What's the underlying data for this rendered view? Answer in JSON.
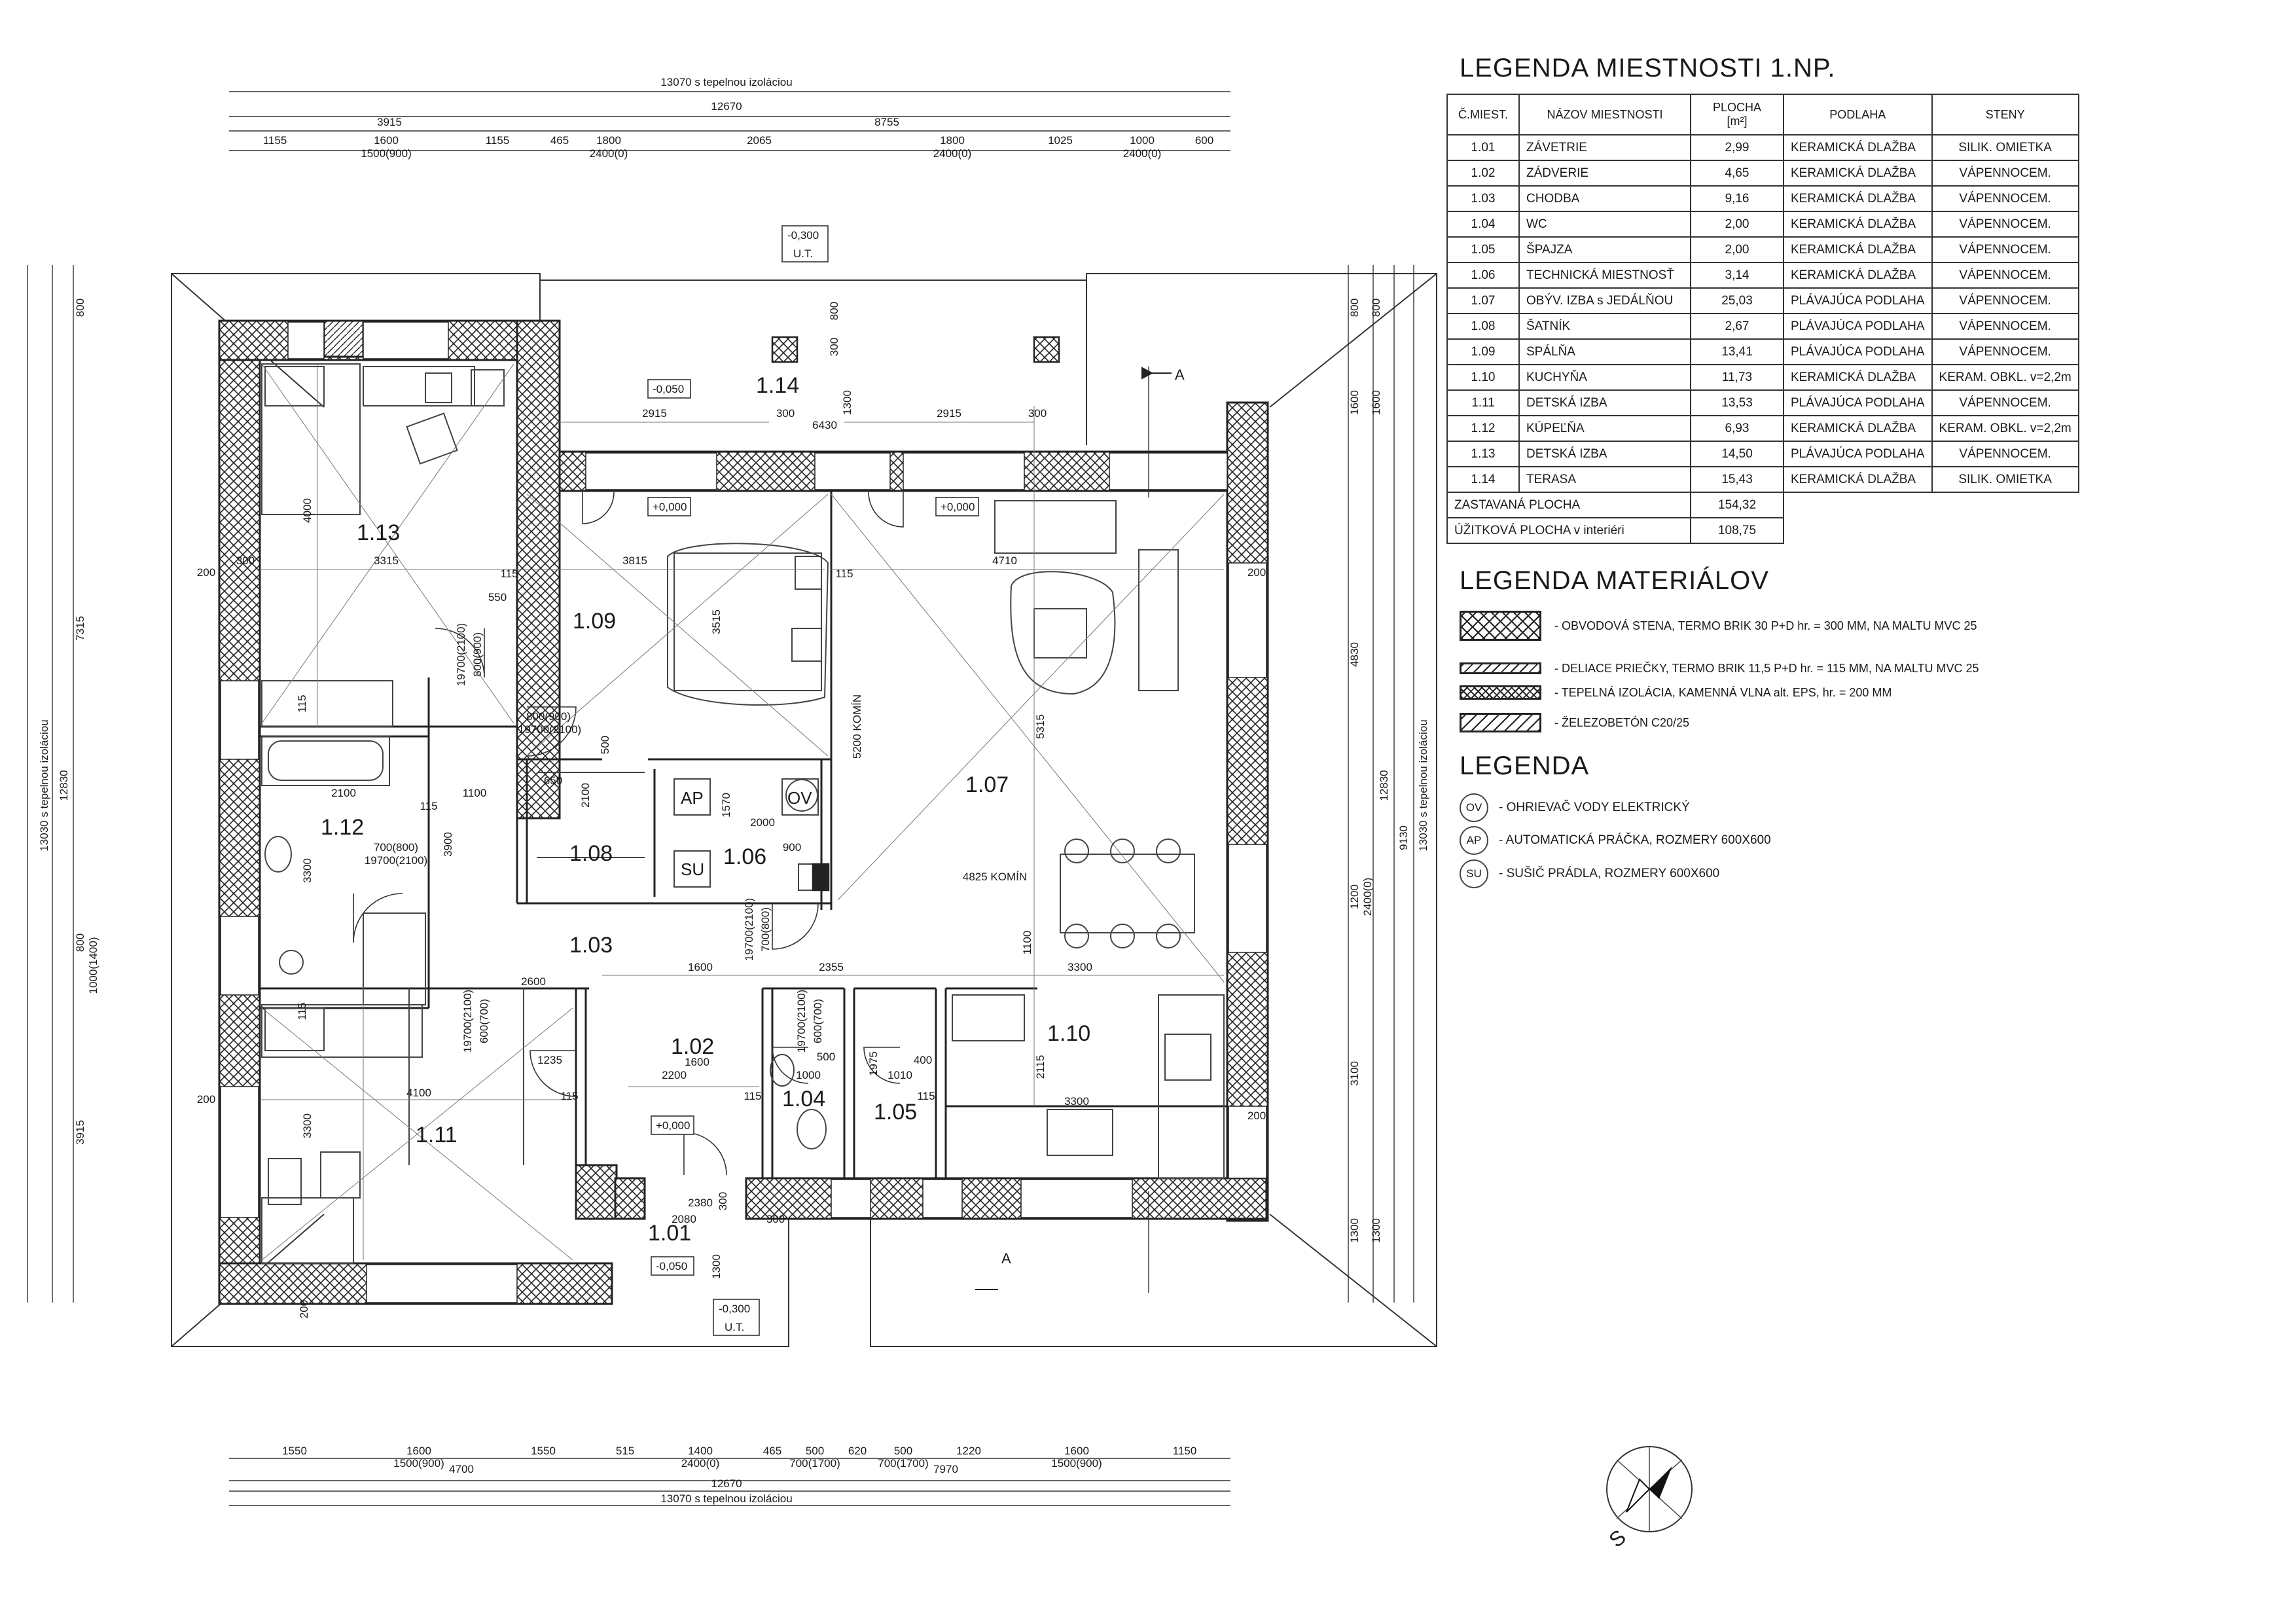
{
  "legend_rooms": {
    "title": "LEGENDA  MIESTNOSTI 1.NP.",
    "headers": {
      "num": "Č.MIEST.",
      "name": "NÁZOV MIESTNOSTI",
      "area": "PLOCHA\n[m²]",
      "floor": "PODLAHA",
      "walls": "STENY"
    },
    "rows": [
      {
        "num": "1.01",
        "name": "ZÁVETRIE",
        "area": "2,99",
        "floor": "KERAMICKÁ DLAŽBA",
        "walls": "SILIK. OMIETKA"
      },
      {
        "num": "1.02",
        "name": "ZÁDVERIE",
        "area": "4,65",
        "floor": "KERAMICKÁ DLAŽBA",
        "walls": "VÁPENNOCEM."
      },
      {
        "num": "1.03",
        "name": "CHODBA",
        "area": "9,16",
        "floor": "KERAMICKÁ DLAŽBA",
        "walls": "VÁPENNOCEM."
      },
      {
        "num": "1.04",
        "name": "WC",
        "area": "2,00",
        "floor": "KERAMICKÁ DLAŽBA",
        "walls": "VÁPENNOCEM."
      },
      {
        "num": "1.05",
        "name": "ŠPAJZA",
        "area": "2,00",
        "floor": "KERAMICKÁ DLAŽBA",
        "walls": "VÁPENNOCEM."
      },
      {
        "num": "1.06",
        "name": "TECHNICKÁ MIESTNOSŤ",
        "area": "3,14",
        "floor": "KERAMICKÁ DLAŽBA",
        "walls": "VÁPENNOCEM."
      },
      {
        "num": "1.07",
        "name": "OBÝV. IZBA s JEDÁLŇOU",
        "area": "25,03",
        "floor": "PLÁVAJÚCA PODLAHA",
        "walls": "VÁPENNOCEM."
      },
      {
        "num": "1.08",
        "name": "ŠATNÍK",
        "area": "2,67",
        "floor": "PLÁVAJÚCA PODLAHA",
        "walls": "VÁPENNOCEM."
      },
      {
        "num": "1.09",
        "name": "SPÁLŇA",
        "area": "13,41",
        "floor": "PLÁVAJÚCA PODLAHA",
        "walls": "VÁPENNOCEM."
      },
      {
        "num": "1.10",
        "name": "KUCHYŇA",
        "area": "11,73",
        "floor": "KERAMICKÁ DLAŽBA",
        "walls": "KERAM. OBKL. v=2,2m"
      },
      {
        "num": "1.11",
        "name": "DETSKÁ IZBA",
        "area": "13,53",
        "floor": "PLÁVAJÚCA PODLAHA",
        "walls": "VÁPENNOCEM."
      },
      {
        "num": "1.12",
        "name": "KÚPEĽŇA",
        "area": "6,93",
        "floor": "KERAMICKÁ DLAŽBA",
        "walls": "KERAM. OBKL. v=2,2m"
      },
      {
        "num": "1.13",
        "name": "DETSKÁ IZBA",
        "area": "14,50",
        "floor": "PLÁVAJÚCA PODLAHA",
        "walls": "VÁPENNOCEM."
      },
      {
        "num": "1.14",
        "name": "TERASA",
        "area": "15,43",
        "floor": "KERAMICKÁ DLAŽBA",
        "walls": "SILIK. OMIETKA"
      }
    ],
    "totals": [
      {
        "label": "ZASTAVANÁ PLOCHA",
        "value": "154,32"
      },
      {
        "label": "ÚŽITKOVÁ PLOCHA v interiéri",
        "value": "108,75"
      }
    ]
  },
  "legend_materials": {
    "title": "LEGENDA  MATERIÁLOV",
    "items": [
      {
        "label": "- OBVODOVÁ STENA, TERMO BRIK 30 P+D    hr. = 300 MM, NA MALTU MVC 25"
      },
      {
        "label": "- DELIACE PRIEČKY, TERMO BRIK 11,5 P+D    hr. = 115 MM, NA MALTU MVC 25"
      },
      {
        "label": "- TEPELNÁ IZOLÁCIA, KAMENNÁ VLNA alt. EPS, hr. = 200 MM"
      },
      {
        "label": "- ŽELEZOBETÓN C20/25"
      }
    ]
  },
  "legend_symbols": {
    "title": "LEGENDA",
    "items": [
      {
        "code": "OV",
        "label": "- OHRIEVAČ VODY ELEKTRICKÝ"
      },
      {
        "code": "AP",
        "label": "- AUTOMATICKÁ PRÁČKA, ROZMERY 600X600"
      },
      {
        "code": "SU",
        "label": "- SUŠIČ PRÁDLA, ROZMERY 600X600"
      }
    ]
  },
  "plan": {
    "rooms": [
      "1.13",
      "1.14",
      "1.09",
      "1.07",
      "1.12",
      "1.08",
      "1.06",
      "1.03",
      "1.02",
      "1.10",
      "1.04",
      "1.05",
      "1.11",
      "1.01"
    ],
    "appliance_labels": [
      "AP",
      "OV",
      "SU"
    ],
    "levels": [
      "-0,300",
      "U.T.",
      "-0,050",
      "+0,000",
      "+0,000",
      "+0,000",
      "-0,050",
      "-0,300",
      "U.T."
    ],
    "top_dims": {
      "row1": "13070 s tepelnou izoláciou",
      "row2": "12670",
      "row3": [
        "3915",
        "8755"
      ],
      "row4": [
        "1155",
        "1600",
        "1155",
        "465",
        "1800",
        "2065",
        "1800",
        "1025",
        "1000",
        "600"
      ],
      "row4b": [
        "1500(900)",
        "2400(0)",
        "2400(0)",
        "2400(0)"
      ]
    },
    "bottom_dims": {
      "row1": [
        "1550",
        "1600",
        "1550",
        "515",
        "1400",
        "465",
        "500",
        "620",
        "500",
        "1220",
        "1600",
        "1150"
      ],
      "row1b": [
        "1500(900)",
        "4700",
        "2400(0)",
        "700(1700)",
        "700(1700)",
        "7970",
        "1500(900)"
      ],
      "row2": "12670",
      "row3": "13070 s tepelnou izoláciou"
    },
    "left_dims": [
      "800",
      "7315",
      "12830",
      "13030 s tepelnou izoláciou",
      "800",
      "1000(1400)",
      "3915"
    ],
    "right_dims": [
      "800",
      "1600",
      "4830",
      "9130",
      "12830",
      "13030 s tepelnou izoláciou",
      "1200",
      "2400(0)",
      "3100",
      "1300",
      "800",
      "1600",
      "1300"
    ],
    "inner_dims": [
      "300",
      "3315",
      "4000",
      "115",
      "550",
      "3815",
      "3515",
      "115",
      "4710",
      "5315",
      "5200 KOMÍN",
      "4825 KOMÍN",
      "2915",
      "6430",
      "2915",
      "300",
      "300",
      "800",
      "1300",
      "300",
      "2100",
      "3300",
      "1100",
      "3900",
      "650",
      "2100",
      "500",
      "1570",
      "2000",
      "900",
      "1600",
      "2355",
      "3300",
      "1100",
      "2600",
      "1235",
      "4100",
      "3300",
      "2200",
      "1600",
      "1000",
      "500",
      "1975",
      "1010",
      "400",
      "2115",
      "3300",
      "2380",
      "2080",
      "300",
      "300",
      "1300",
      "200",
      "200",
      "200",
      "200",
      "200",
      "115",
      "115",
      "115",
      "115",
      "115",
      "115",
      "19700(2100)",
      "800(900)",
      "800(900)",
      "19700(2100)",
      "700(800)",
      "19700(2100)",
      "19700(2100)",
      "700(800)",
      "19700(2100)",
      "600(700)",
      "19700(2100)",
      "600(700)"
    ],
    "section_mark": "A"
  },
  "north_label": "S"
}
